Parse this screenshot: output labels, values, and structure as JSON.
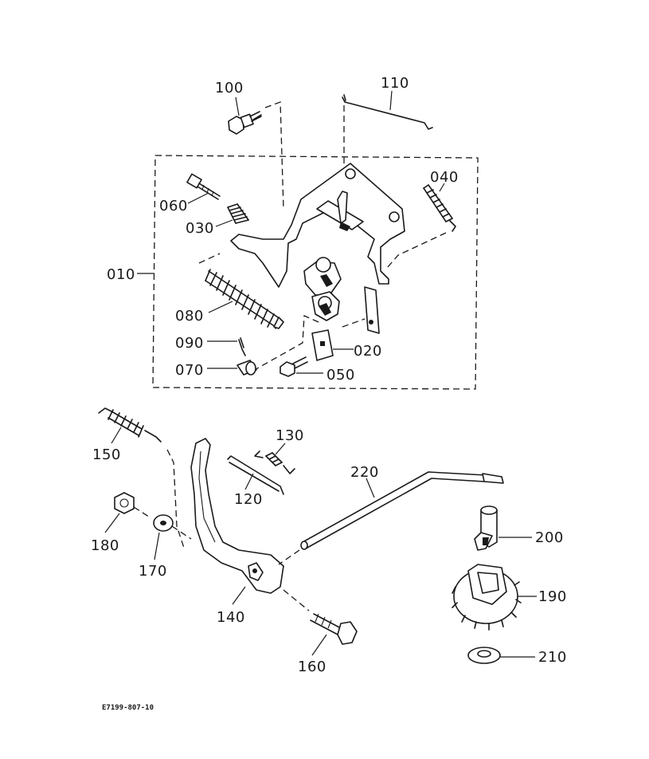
{
  "labels": {
    "p010": "010",
    "p020": "020",
    "p030": "030",
    "p040": "040",
    "p050": "050",
    "p060": "060",
    "p070": "070",
    "p080": "080",
    "p090": "090",
    "p100": "100",
    "p110": "110",
    "p120": "120",
    "p130": "130",
    "p140": "140",
    "p150": "150",
    "p160": "160",
    "p170": "170",
    "p180": "180",
    "p190": "190",
    "p200": "200",
    "p210": "210",
    "p220": "220"
  },
  "drawing_id": "E7199-807-10"
}
